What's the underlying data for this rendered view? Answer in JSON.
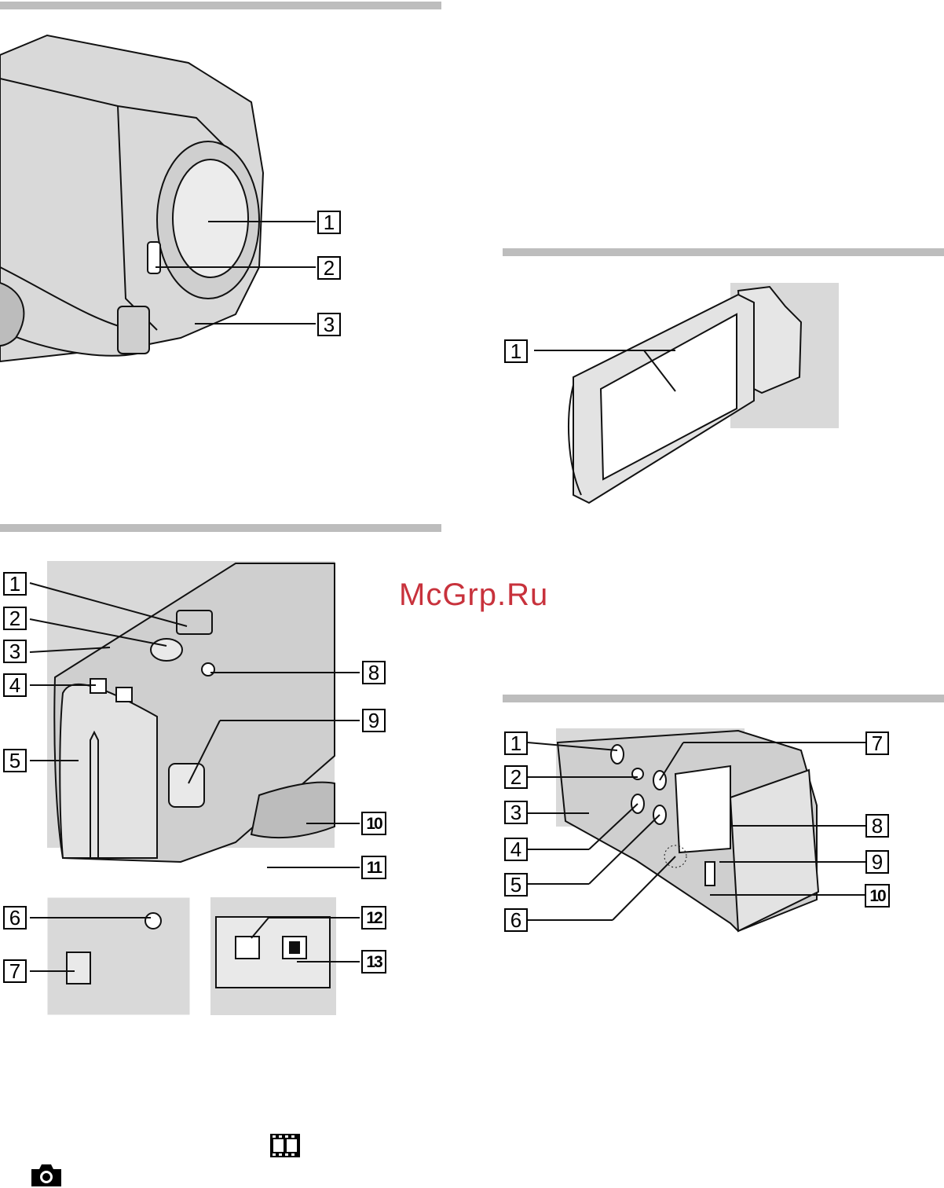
{
  "watermark": "McGrp.Ru",
  "colors": {
    "section_bar": "#bdbdbd",
    "watermark": "#c8323c",
    "body_fill": "#d9d9d9"
  },
  "figures": {
    "front": {
      "callouts": [
        "1",
        "2",
        "3"
      ]
    },
    "lcd": {
      "callouts": [
        "1"
      ]
    },
    "top": {
      "callouts": [
        "1",
        "2",
        "3",
        "4",
        "5",
        "6",
        "7",
        "8",
        "9",
        "10",
        "11",
        "12",
        "13"
      ]
    },
    "lcd_side": {
      "callouts": [
        "1",
        "2",
        "3",
        "4",
        "5",
        "6",
        "7",
        "8",
        "9",
        "10"
      ]
    }
  },
  "icons": {
    "movie": "film-strip-icon",
    "photo": "camera-icon"
  }
}
